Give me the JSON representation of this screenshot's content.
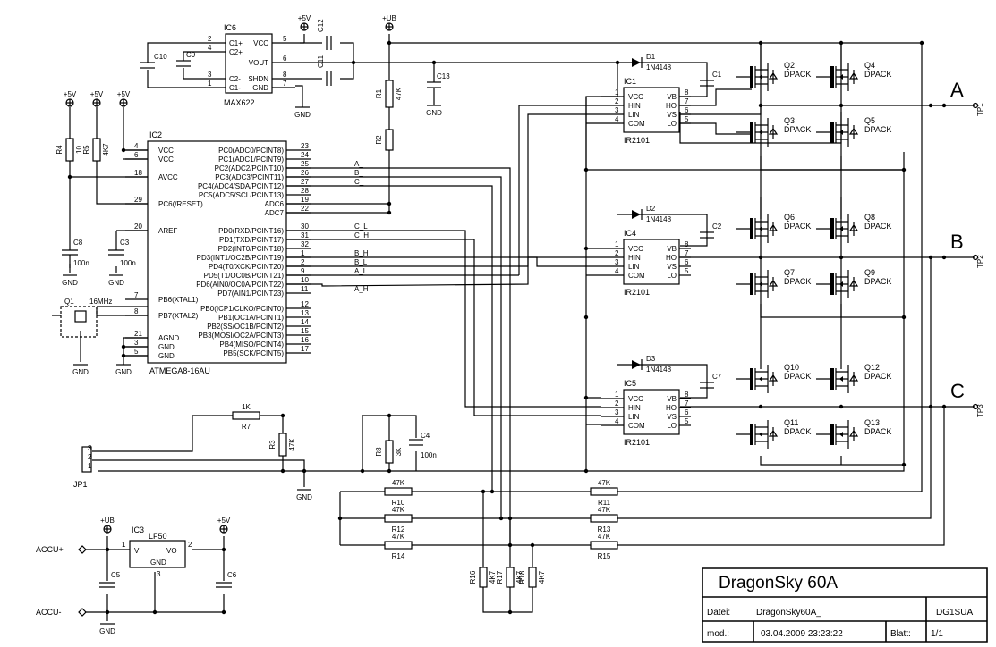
{
  "title_block": {
    "project": "DragonSky 60A",
    "file_label": "Datei:",
    "file_name": "DragonSky60A_",
    "author": "DG1SUA",
    "mod_label": "mod.:",
    "mod_date": "03.04.2009 23:23:22",
    "sheet_label": "Blatt:",
    "sheet": "1/1"
  },
  "supply": {
    "vcc5": "+5V",
    "vub": "+UB",
    "gnd": "GND",
    "accu_plus": "ACCU+",
    "accu_minus": "ACCU-"
  },
  "ic6": {
    "ref": "IC6",
    "part": "MAX622",
    "pins_left": [
      {
        "n": "2",
        "l": "C1+"
      },
      {
        "n": "4",
        "l": "C2+"
      },
      {
        "n": "3",
        "l": "C2-"
      },
      {
        "n": "1",
        "l": "C1-"
      }
    ],
    "pins_right": [
      {
        "n": "5",
        "l": "VCC"
      },
      {
        "n": "6",
        "l": "VOUT"
      },
      {
        "n": "8",
        "l": "SHDN"
      },
      {
        "n": "7",
        "l": "GND"
      }
    ]
  },
  "ic2": {
    "ref": "IC2",
    "part": "ATMEGA8-16AU",
    "left": [
      {
        "n": "4",
        "l": "VCC"
      },
      {
        "n": "6",
        "l": "VCC"
      },
      {
        "n": "18",
        "l": "AVCC"
      },
      {
        "n": "29",
        "l": "PC6(/RESET)"
      },
      {
        "n": "20",
        "l": "AREF"
      },
      {
        "n": "7",
        "l": "PB6(XTAL1)"
      },
      {
        "n": "8",
        "l": "PB7(XTAL2)"
      },
      {
        "n": "21",
        "l": "AGND"
      },
      {
        "n": "3",
        "l": "GND"
      },
      {
        "n": "5",
        "l": "GND"
      }
    ],
    "right": [
      {
        "n": "23",
        "l": "PC0(ADC0/PCINT8)"
      },
      {
        "n": "24",
        "l": "PC1(ADC1/PCINT9)"
      },
      {
        "n": "25",
        "l": "PC2(ADC2/PCINT10)"
      },
      {
        "n": "26",
        "l": "PC3(ADC3/PCINT11)"
      },
      {
        "n": "27",
        "l": "PC4(ADC4/SDA/PCINT12)"
      },
      {
        "n": "28",
        "l": "PC5(ADC5/SCL/PCINT13)"
      },
      {
        "n": "19",
        "l": "ADC6"
      },
      {
        "n": "22",
        "l": "ADC7"
      },
      {
        "n": "30",
        "l": "PD0(RXD/PCINT16)"
      },
      {
        "n": "31",
        "l": "PD1(TXD/PCINT17)"
      },
      {
        "n": "32",
        "l": "PD2(INT0/PCINT18)"
      },
      {
        "n": "1",
        "l": "PD3(INT1/OC2B/PCINT19)"
      },
      {
        "n": "2",
        "l": "PD4(T0/XCK/PCINT20)"
      },
      {
        "n": "9",
        "l": "PD5(T1/OC0B/PCINT21)"
      },
      {
        "n": "10",
        "l": "PD6(AIN0/OC0A/PCINT22)"
      },
      {
        "n": "11",
        "l": "PD7(AIN1/PCINT23)"
      },
      {
        "n": "12",
        "l": "PB0(ICP1/CLKO/PCINT0)"
      },
      {
        "n": "13",
        "l": "PB1(OC1A/PCINT1)"
      },
      {
        "n": "14",
        "l": "PB2(SS/OC1B/PCINT2)"
      },
      {
        "n": "15",
        "l": "PB3(MOSI/OC2A/PCINT3)"
      },
      {
        "n": "16",
        "l": "PB4(MISO/PCINT4)"
      },
      {
        "n": "17",
        "l": "PB5(SCK/PCINT5)"
      }
    ]
  },
  "net_labels": [
    "A_",
    "B_",
    "C_",
    "C_L",
    "C_H",
    "B_H",
    "B_L",
    "A_L",
    "A_H"
  ],
  "drivers": [
    {
      "ref": "IC1",
      "part": "IR2101",
      "diode": "D1",
      "diode_part": "1N4148",
      "cap": "C1",
      "pins_left": [
        "VCC",
        "HIN",
        "LIN",
        "COM"
      ],
      "pins_right": [
        "VB",
        "HO",
        "VS",
        "LO"
      ],
      "nl": [
        "1",
        "2",
        "3",
        "4"
      ],
      "nr": [
        "8",
        "7",
        "6",
        "5"
      ],
      "fets": [
        "Q2",
        "Q4",
        "Q3",
        "Q5"
      ],
      "pkg": "DPACK",
      "phase": "A",
      "tp": "TP1"
    },
    {
      "ref": "IC4",
      "part": "IR2101",
      "diode": "D2",
      "diode_part": "1N4148",
      "cap": "C2",
      "pins_left": [
        "VCC",
        "HIN",
        "LIN",
        "COM"
      ],
      "pins_right": [
        "VB",
        "HO",
        "VS",
        "LO"
      ],
      "nl": [
        "1",
        "2",
        "3",
        "4"
      ],
      "nr": [
        "8",
        "7",
        "6",
        "5"
      ],
      "fets": [
        "Q6",
        "Q8",
        "Q7",
        "Q9"
      ],
      "pkg": "DPACK",
      "phase": "B",
      "tp": "TP2"
    },
    {
      "ref": "IC5",
      "part": "IR2101",
      "diode": "D3",
      "diode_part": "1N4148",
      "cap": "C7",
      "pins_left": [
        "VCC",
        "HIN",
        "LIN",
        "COM"
      ],
      "pins_right": [
        "VB",
        "HO",
        "VS",
        "LO"
      ],
      "nl": [
        "1",
        "2",
        "3",
        "4"
      ],
      "nr": [
        "8",
        "7",
        "6",
        "5"
      ],
      "fets": [
        "Q10",
        "Q12",
        "Q11",
        "Q13"
      ],
      "pkg": "DPACK",
      "phase": "C",
      "tp": "TP3"
    }
  ],
  "parts": {
    "R1": {
      "ref": "R1",
      "val": "47K"
    },
    "R2": {
      "ref": "R2",
      "val": ""
    },
    "R3": {
      "ref": "R3",
      "val": "47K"
    },
    "R4": {
      "ref": "R4",
      "val": "10"
    },
    "R5": {
      "ref": "R5",
      "val": "4K7"
    },
    "R7": {
      "ref": "R7",
      "val": "1K"
    },
    "R8": {
      "ref": "R8",
      "val": "3K"
    },
    "R10": {
      "ref": "R10",
      "val": "47K"
    },
    "R11": {
      "ref": "R11",
      "val": "47K"
    },
    "R12": {
      "ref": "R12",
      "val": "47K"
    },
    "R13": {
      "ref": "R13",
      "val": "47K"
    },
    "R14": {
      "ref": "R14",
      "val": "47K"
    },
    "R15": {
      "ref": "R15",
      "val": "47K"
    },
    "R16": {
      "ref": "R16",
      "val": "4K7"
    },
    "R17": {
      "ref": "R17",
      "val": "4K7"
    },
    "R18": {
      "ref": "R18",
      "val": "4K7"
    },
    "C3": {
      "ref": "C3",
      "val": "100n"
    },
    "C4": {
      "ref": "C4",
      "val": "100n"
    },
    "C8": {
      "ref": "C8",
      "val": "100n"
    },
    "C5": {
      "ref": "C5"
    },
    "C6": {
      "ref": "C6"
    },
    "C9": {
      "ref": "C9"
    },
    "C10": {
      "ref": "C10"
    },
    "C11": {
      "ref": "C11"
    },
    "C12": {
      "ref": "C12"
    },
    "C13": {
      "ref": "C13"
    },
    "Q1": {
      "ref": "Q1",
      "val": "16MHz"
    },
    "JP1": {
      "ref": "JP1",
      "pins": [
        "3",
        "2",
        "1"
      ]
    },
    "IC3": {
      "ref": "IC3",
      "part": "LF50",
      "vi": "VI",
      "vo": "VO",
      "gnd": "GND",
      "p1": "1",
      "p2": "2",
      "p3": "3"
    }
  }
}
